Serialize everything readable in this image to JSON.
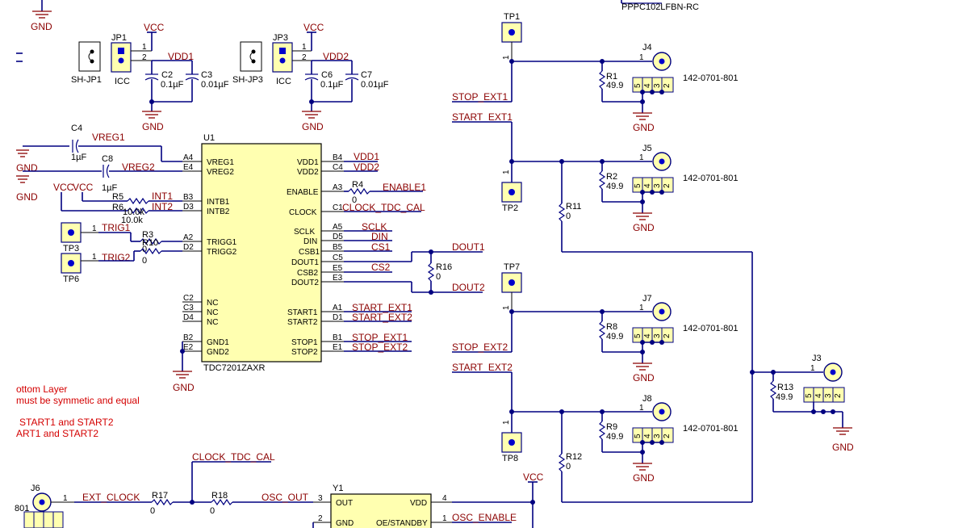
{
  "top_part": "PPPC102LFBN-RC",
  "nets": {
    "gnd": "GND",
    "vcc": "VCC",
    "vdd1": "VDD1",
    "vdd2": "VDD2",
    "vreg1": "VREG1",
    "vreg2": "VREG2",
    "int1": "INT1",
    "int2": "INT2",
    "trig1": "TRIG1",
    "trig2": "TRIG2",
    "enable1": "ENABLE1",
    "clock_tdc_cal": "CLOCK_TDC_CAL",
    "sclk": "SCLK",
    "din": "DIN",
    "cs1": "CS1",
    "cs2": "CS2",
    "dout1": "DOUT1",
    "dout2": "DOUT2",
    "start_ext1": "START_EXT1",
    "start_ext2": "START_EXT2",
    "stop_ext1": "STOP_EXT1",
    "stop_ext2": "STOP_EXT2",
    "ext_clock": "EXT_CLOCK",
    "osc_out": "OSC_OUT",
    "osc_enable": "OSC_ENABLE"
  },
  "jumpers": [
    {
      "ref": "JP1",
      "label": "ICC",
      "shunt": "SH-JP1",
      "pin1": "1",
      "pin2": "2"
    },
    {
      "ref": "JP3",
      "label": "ICC",
      "shunt": "SH-JP3",
      "pin1": "1",
      "pin2": "2"
    }
  ],
  "caps": {
    "c2": {
      "ref": "C2",
      "value": "0.1µF"
    },
    "c3": {
      "ref": "C3",
      "value": "0.01µF"
    },
    "c6": {
      "ref": "C6",
      "value": "0.1µF"
    },
    "c7": {
      "ref": "C7",
      "value": "0.01µF"
    },
    "c4": {
      "ref": "C4",
      "value": "1µF"
    },
    "c8": {
      "ref": "C8",
      "value": "1µF"
    }
  },
  "resistors": {
    "r1": {
      "ref": "R1",
      "value": "49.9"
    },
    "r2": {
      "ref": "R2",
      "value": "49.9"
    },
    "r3": {
      "ref": "R3",
      "value": "0"
    },
    "r4": {
      "ref": "R4",
      "value": "0"
    },
    "r5": {
      "ref": "R5",
      "value": "10.0k"
    },
    "r6": {
      "ref": "R6",
      "value": "10.0k"
    },
    "r8": {
      "ref": "R8",
      "value": "49.9"
    },
    "r9": {
      "ref": "R9",
      "value": "49.9"
    },
    "r10": {
      "ref": "R10",
      "value": "0"
    },
    "r11": {
      "ref": "R11",
      "value": "0"
    },
    "r12": {
      "ref": "R12",
      "value": "0"
    },
    "r13": {
      "ref": "R13",
      "value": "49.9"
    },
    "r16": {
      "ref": "R16",
      "value": "0"
    },
    "r17": {
      "ref": "R17",
      "value": "0"
    },
    "r18": {
      "ref": "R18",
      "value": "0"
    }
  },
  "testpoints": [
    "TP1",
    "TP2",
    "TP3",
    "TP6",
    "TP7",
    "TP8"
  ],
  "connectors": {
    "part": "142-0701-801",
    "refs": [
      "J4",
      "J5",
      "J7",
      "J8",
      "J3",
      "J6"
    ],
    "pin_labels": [
      "1",
      "2",
      "3",
      "4",
      "5"
    ],
    "j6_partial": "801"
  },
  "u1": {
    "ref": "U1",
    "part": "TDC7201ZAXR",
    "left_pins": [
      {
        "num": "A4",
        "name": "VREG1"
      },
      {
        "num": "E4",
        "name": "VREG2"
      },
      {
        "num": "B3",
        "name": "INTB1"
      },
      {
        "num": "D3",
        "name": "INTB2"
      },
      {
        "num": "A2",
        "name": "TRIGG1"
      },
      {
        "num": "D2",
        "name": "TRIGG2"
      },
      {
        "num": "C2",
        "name": "NC"
      },
      {
        "num": "C3",
        "name": "NC"
      },
      {
        "num": "D4",
        "name": "NC"
      },
      {
        "num": "B2",
        "name": "GND1"
      },
      {
        "num": "E2",
        "name": "GND2"
      }
    ],
    "right_pins": [
      {
        "num": "B4",
        "name": "VDD1"
      },
      {
        "num": "C4",
        "name": "VDD2"
      },
      {
        "num": "A3",
        "name": "ENABLE"
      },
      {
        "num": "C1",
        "name": "CLOCK"
      },
      {
        "num": "A5",
        "name": "SCLK"
      },
      {
        "num": "D5",
        "name": "DIN"
      },
      {
        "num": "B5",
        "name": "CSB1"
      },
      {
        "num": "C5",
        "name": "DOUT1"
      },
      {
        "num": "E5",
        "name": "CSB2"
      },
      {
        "num": "E3",
        "name": "DOUT2"
      },
      {
        "num": "A1",
        "name": "START1"
      },
      {
        "num": "D1",
        "name": "START2"
      },
      {
        "num": "B1",
        "name": "STOP1"
      },
      {
        "num": "E1",
        "name": "STOP2"
      }
    ]
  },
  "y1": {
    "ref": "Y1",
    "pins": [
      {
        "num": "3",
        "name": "OUT"
      },
      {
        "num": "2",
        "name": "GND"
      },
      {
        "num": "4",
        "name": "VDD"
      },
      {
        "num": "1",
        "name": "OE/STANDBY"
      }
    ]
  },
  "notes": [
    "ottom Layer",
    "must be symmetic and equal",
    "START1 and START2",
    "ART1 and START2"
  ],
  "colors": {
    "wire": "#000080",
    "net_label": "#8b0000",
    "note": "#d40000",
    "ic_fill": "#ffffb0",
    "testpoint_fill": "#ffffb0"
  }
}
